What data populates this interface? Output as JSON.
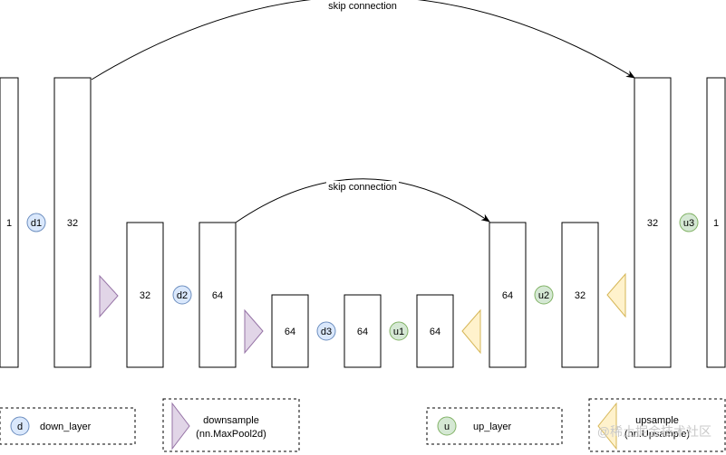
{
  "skip_connections": [
    {
      "label": "skip connection"
    },
    {
      "label": "skip connection"
    }
  ],
  "blocks": [
    {
      "label": "1"
    },
    {
      "label": "32"
    },
    {
      "label": "32"
    },
    {
      "label": "64"
    },
    {
      "label": "64"
    },
    {
      "label": "64"
    },
    {
      "label": "64"
    },
    {
      "label": "64"
    },
    {
      "label": "32"
    },
    {
      "label": "32"
    },
    {
      "label": "1"
    }
  ],
  "layer_nodes": [
    {
      "label": "d1",
      "kind": "down"
    },
    {
      "label": "d2",
      "kind": "down"
    },
    {
      "label": "d3",
      "kind": "down"
    },
    {
      "label": "u1",
      "kind": "up"
    },
    {
      "label": "u2",
      "kind": "up"
    },
    {
      "label": "u3",
      "kind": "up"
    }
  ],
  "legend": {
    "down_layer": {
      "symbol": "d",
      "label": "down_layer"
    },
    "downsample": {
      "line1": "downsample",
      "line2": "(nn.MaxPool2d)"
    },
    "up_layer": {
      "symbol": "u",
      "label": "up_layer"
    },
    "upsample": {
      "line1": "upsample",
      "line2": "(nn.Upsample)"
    }
  },
  "watermark": "@稀土掘金技术社区",
  "colors": {
    "down_fill": "#dae8fc",
    "down_stroke": "#6c8ebf",
    "up_fill": "#d5e8d4",
    "up_stroke": "#82b366",
    "downsample_fill": "#e1d5e7",
    "downsample_stroke": "#9673a6",
    "upsample_fill": "#fff2cc",
    "upsample_stroke": "#d6b656"
  }
}
